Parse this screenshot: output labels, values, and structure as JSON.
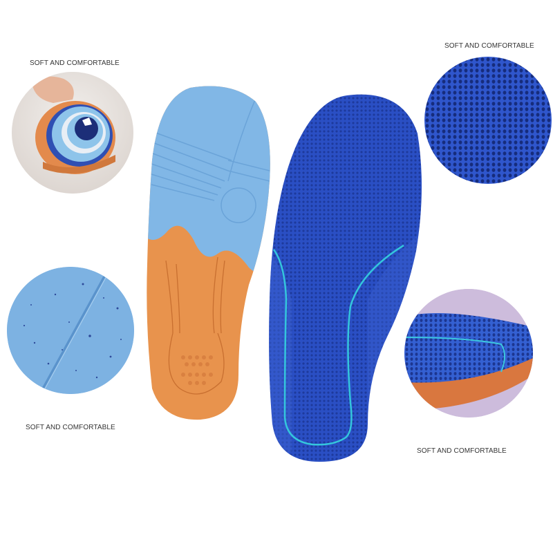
{
  "captions": {
    "top_left": "SOFT AND COMFORTABLE",
    "top_right": "SOFT AND COMFORTABLE",
    "bottom_left": "SOFT AND COMFORTABLE",
    "bottom_right": "SOFT AND COMFORTABLE"
  },
  "colors": {
    "foam_blue": "#7fb6e6",
    "foam_orange": "#e8924a",
    "mesh_blue": "#2a4fc4",
    "mesh_dark": "#1e3a9e",
    "accent_cyan": "#34c6dc",
    "lavender_bg": "#c9b7d8"
  },
  "images": {
    "rolled_insole": "rolled-insole-photo",
    "foam_closeup": "blue-foam-closeup",
    "mesh_closeup": "blue-mesh-closeup",
    "heel_closeup": "heel-cup-closeup",
    "insole_bottom": "insole-bottom-view",
    "insole_top": "insole-top-view"
  }
}
